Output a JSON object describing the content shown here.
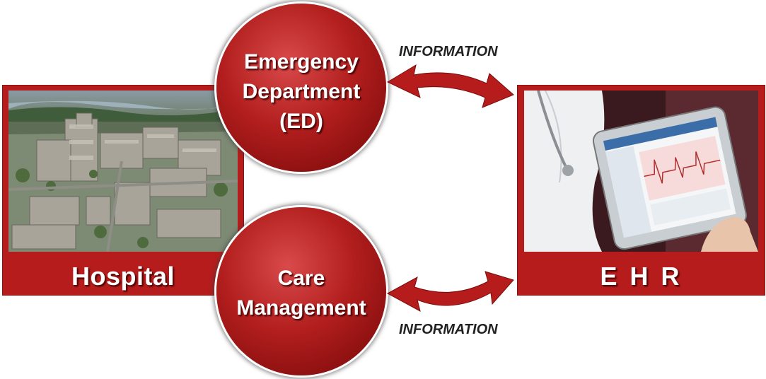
{
  "hospital": {
    "label": "Hospital"
  },
  "ehr": {
    "label": "E H R"
  },
  "emergency": {
    "line1": "Emergency",
    "line2": "Department",
    "line3": "(ED)"
  },
  "care": {
    "line1": "Care",
    "line2": "Management"
  },
  "flows": {
    "top_label": "INFORMATION",
    "bottom_label": "INFORMATION"
  },
  "colors": {
    "panel": "#b71c1c",
    "circle": "#b21e1e",
    "arrow": "#b71c1c"
  }
}
